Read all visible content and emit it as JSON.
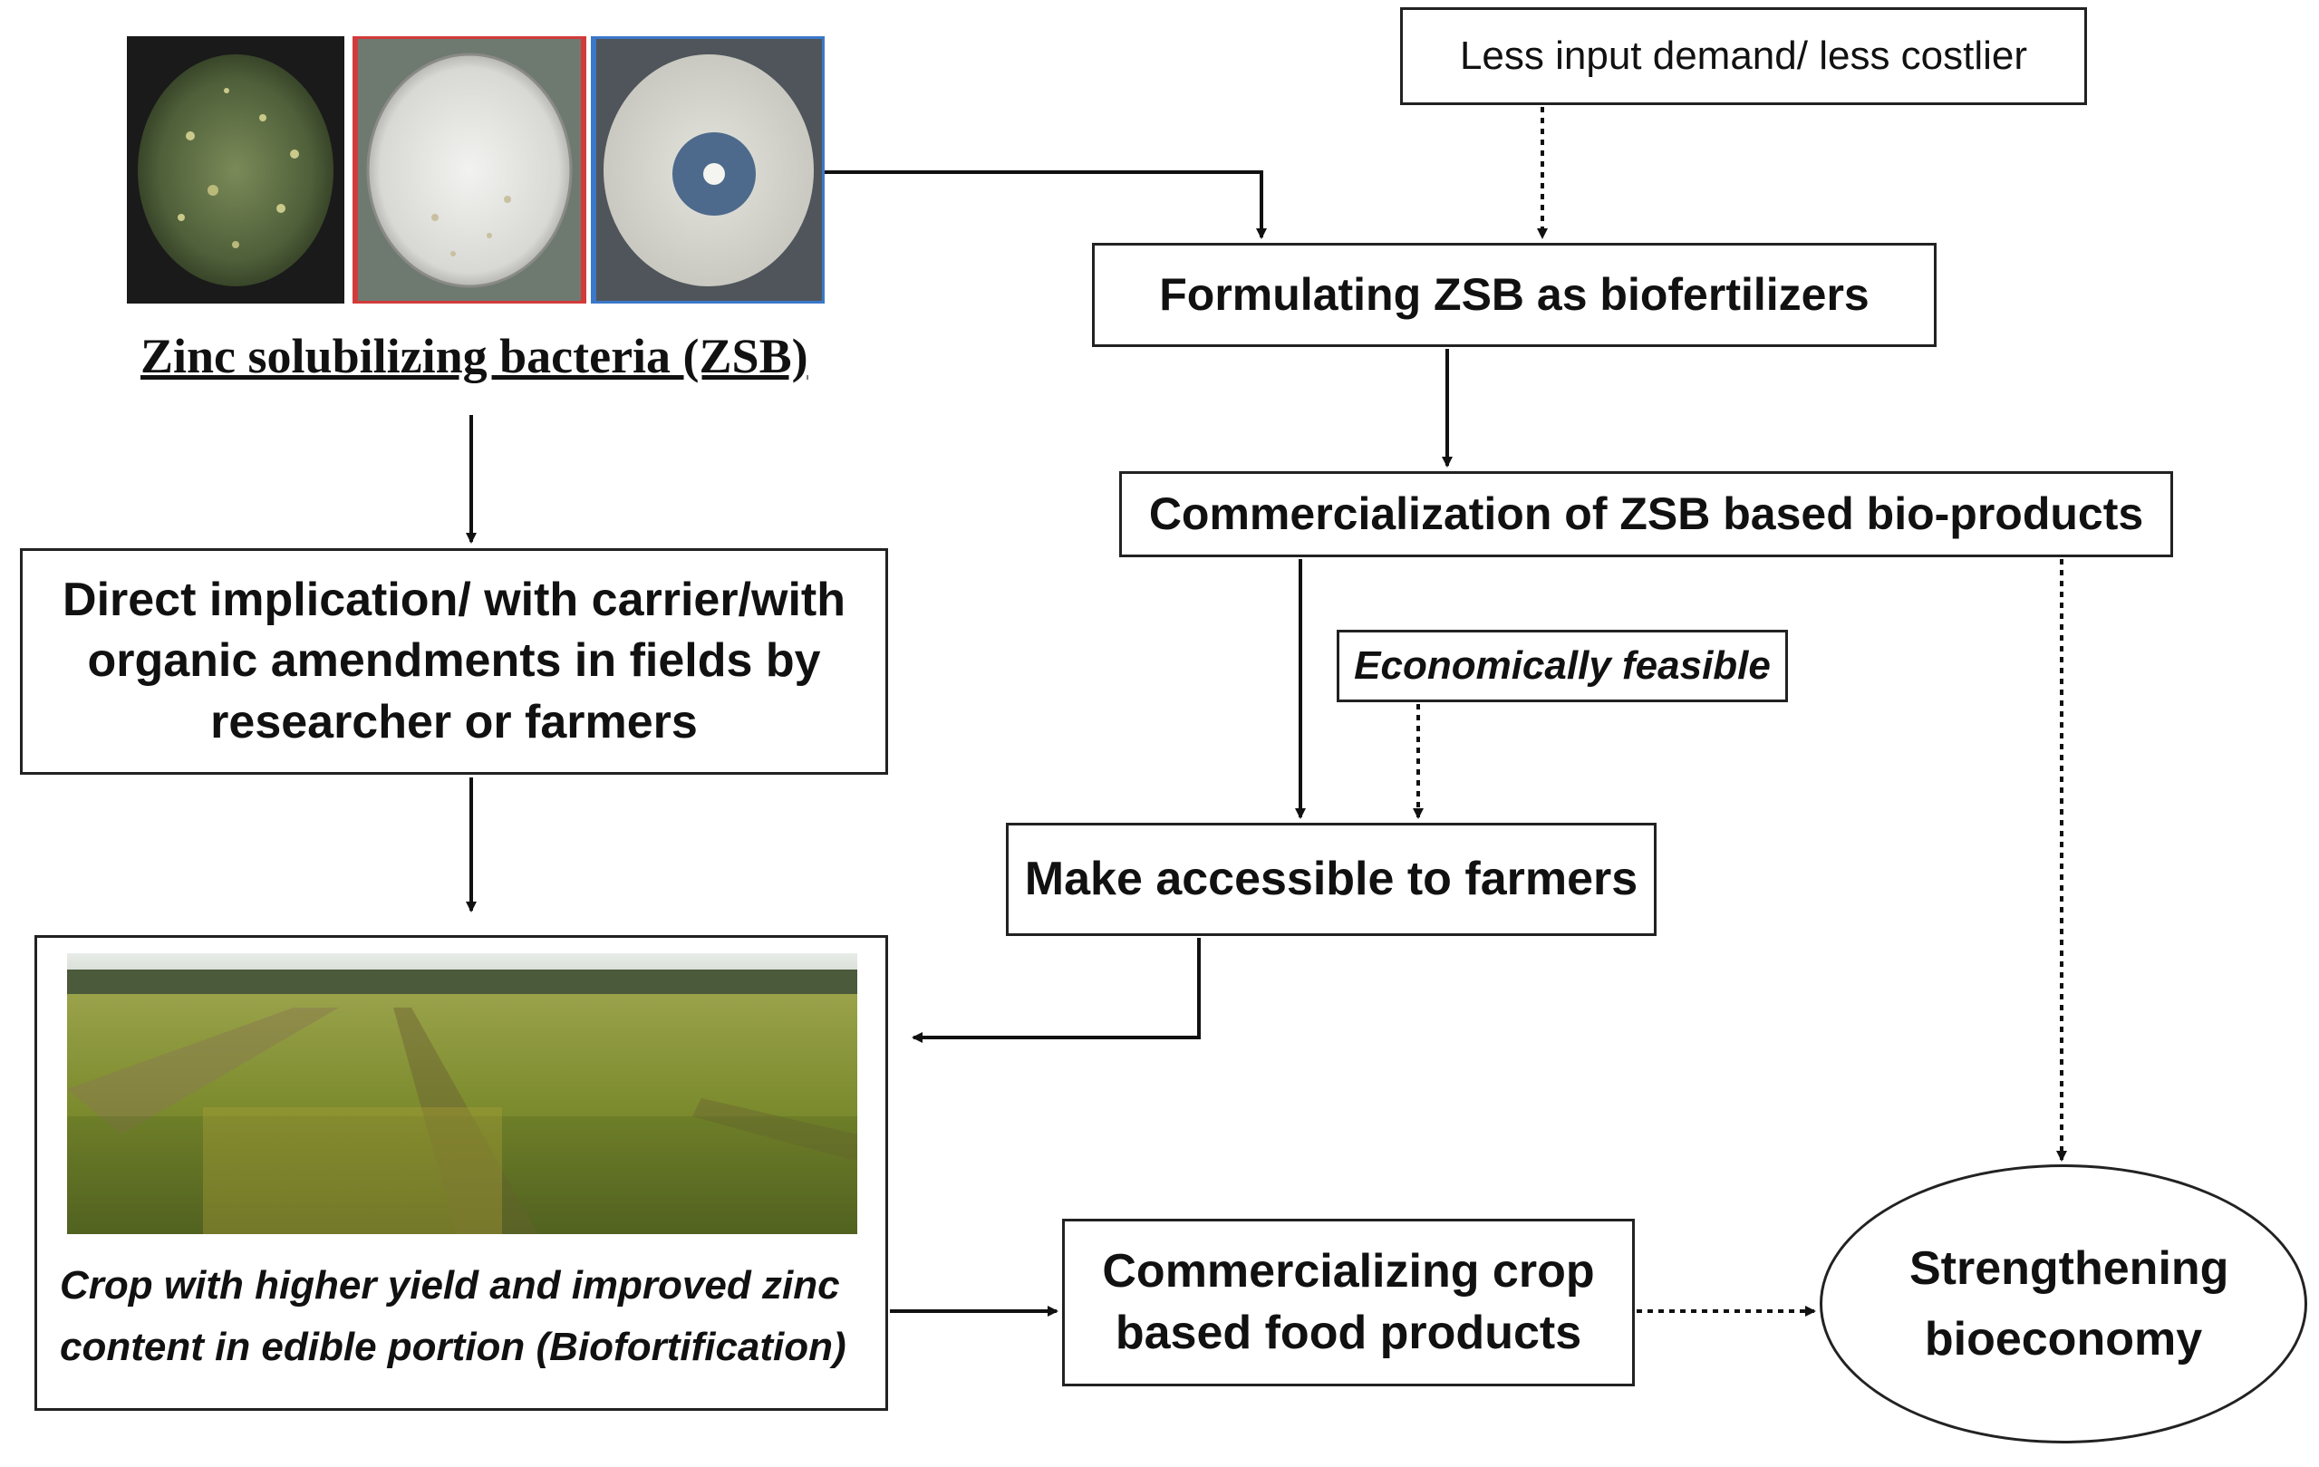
{
  "nodes": {
    "less_input": "Less input demand/ less costlier",
    "formulating": "Formulating ZSB as biofertilizers",
    "commercialization": "Commercialization of ZSB based bio-products",
    "economically_feasible": "Economically feasible",
    "make_accessible": "Make accessible to farmers",
    "direct_implication": "Direct implication/ with carrier/with organic amendments in fields by researcher or farmers",
    "crop_caption": "Crop with higher yield and improved zinc content in edible portion (Biofortification)",
    "commercializing_crop": "Commercializing crop based food products",
    "strengthening": "Strengthening bioeconomy"
  },
  "caption": "Zinc solubilizing bacteria (ZSB)",
  "colors": {
    "plate1_frame": "#1a1a1a",
    "plate2_frame": "#d23b3b",
    "plate3_frame": "#3a78c9",
    "arrow": "#111111"
  }
}
